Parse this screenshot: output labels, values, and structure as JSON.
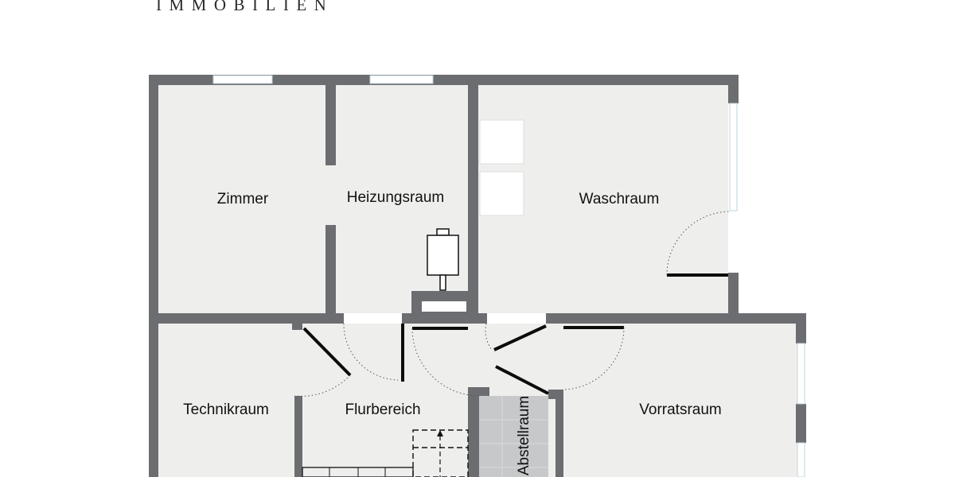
{
  "logo": {
    "text": "IMMOBILIEN"
  },
  "rooms": {
    "zimmer": "Zimmer",
    "heizungsraum": "Heizungsraum",
    "waschraum": "Waschraum",
    "technikraum": "Technikraum",
    "flurbereich": "Flurbereich",
    "vorratsraum": "Vorratsraum",
    "abstellraum": "Abstellraum"
  },
  "colors": {
    "wall": "#6c6d70",
    "floor": "#eeefed",
    "tile": "#c6c8c9"
  }
}
